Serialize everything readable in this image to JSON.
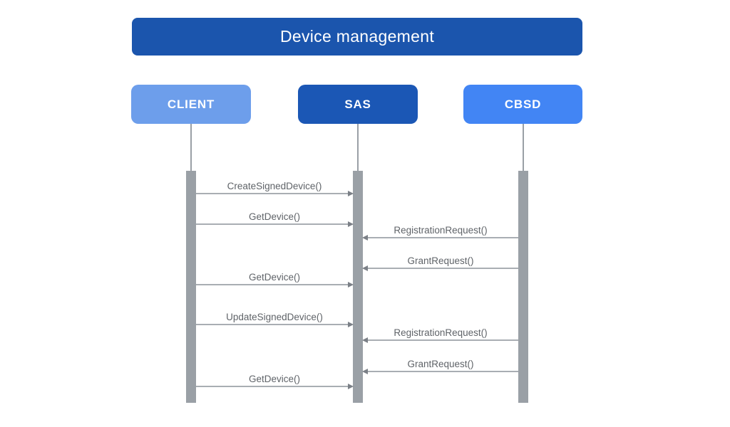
{
  "title": "Device management",
  "colors": {
    "title_bg": "#1B55AD",
    "client_bg": "#6D9EEB",
    "sas_bg": "#1B57B5",
    "cbsd_bg": "#4285F4",
    "actor_text": "#FFFFFF",
    "lifeline_gray": "#9AA0A6",
    "arrow_line": "#A9AEB3",
    "arrowhead": "#7B8087",
    "message_text": "#5F6368"
  },
  "diagram": {
    "type": "sequence-diagram",
    "actors": [
      {
        "id": "client",
        "label": "CLIENT"
      },
      {
        "id": "sas",
        "label": "SAS"
      },
      {
        "id": "cbsd",
        "label": "CBSD"
      }
    ],
    "messages": [
      {
        "label": "CreateSignedDevice()",
        "from": "CLIENT",
        "to": "SAS"
      },
      {
        "label": "GetDevice()",
        "from": "CLIENT",
        "to": "SAS"
      },
      {
        "label": "RegistrationRequest()",
        "from": "CBSD",
        "to": "SAS"
      },
      {
        "label": "GrantRequest()",
        "from": "CBSD",
        "to": "SAS"
      },
      {
        "label": "GetDevice()",
        "from": "CLIENT",
        "to": "SAS"
      },
      {
        "label": "UpdateSignedDevice()",
        "from": "CLIENT",
        "to": "SAS"
      },
      {
        "label": "RegistrationRequest()",
        "from": "CBSD",
        "to": "SAS"
      },
      {
        "label": "GrantRequest()",
        "from": "CBSD",
        "to": "SAS"
      },
      {
        "label": "GetDevice()",
        "from": "CLIENT",
        "to": "SAS"
      }
    ]
  }
}
